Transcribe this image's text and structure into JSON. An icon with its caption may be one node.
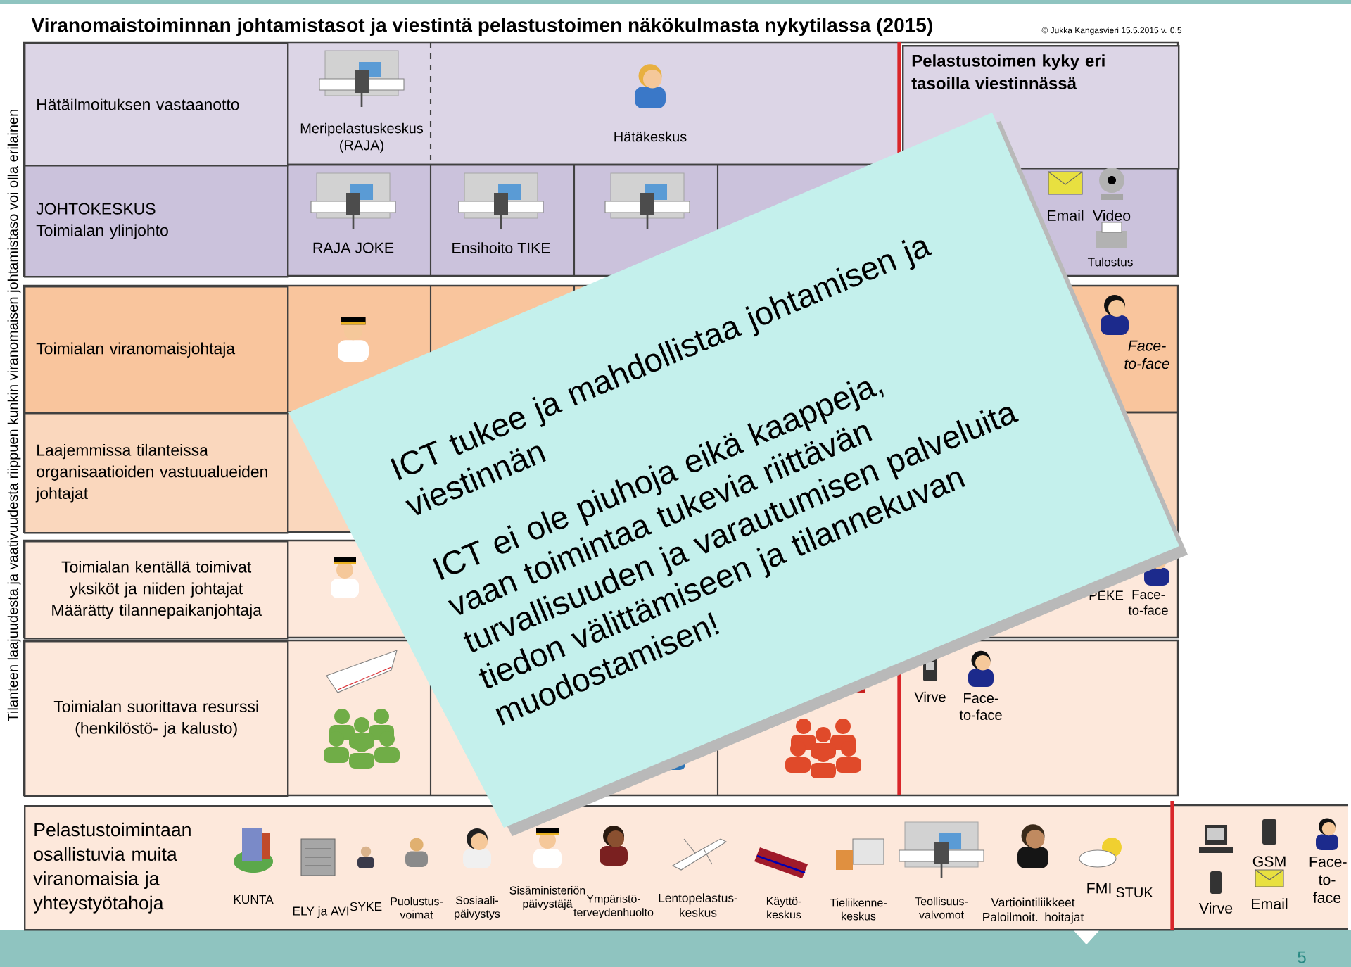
{
  "diagram": {
    "title": "Viranomaistoiminnan johtamistasot ja viestintä pelastustoimen näkökulmasta nykytilassa (2015)",
    "nodes": [
      {
        "text": [
          "Hätäilmoituksen vastaanotto"
        ]
      },
      {
        "text": [
          "JOHTOKESKUS",
          "Toimialan ylinjohto"
        ]
      },
      {
        "text": [
          "Toimialan viranomaisjohtaja"
        ]
      },
      {
        "text": [
          "Laajemmissa tilanteissa organisaatioiden vastuualueiden johtajat"
        ]
      },
      {
        "text": [
          "Toimialan kentällä toimivat yksiköt ja niiden johtajat",
          "Määrätty tilannepaikanjohtaja"
        ]
      },
      {
        "text": [
          "Toimialan suorittava resurssi (henkilöstö- ja kalusto)"
        ]
      },
      {
        "text": [
          "Pelastustoimintaan osallistuvia muita viranomaisia ja yhteystyötahoja"
        ]
      },
      {
        "text": [
          "Pelastustoimen kyky eri tasoilla viestinnässä"
        ]
      },
      {
        "text": [
          "ICT tukee ja mahdollistaa johtamisen ja viestinnän",
          "ICT ei ole piuhoja eikä kaappeja, vaan toimintaa tukevia riittävän turvallisuuden ja varautumisen palveluita tiedon välittämiseen ja tilannekuvan muodostamisen!"
        ]
      }
    ],
    "labels": [
      "© Jukka Kangasvieri 15.5.2015 v. 0.5",
      "Tilanteen laajuudesta ja vaativuudesta riippuen kunkin viranomaisen johtamistaso voi olla erilainen",
      "Meripelastuskeskus (RAJA)",
      "Hätäkeskus",
      "RAJA JOKE",
      "Ensihoito TIKE",
      "Email",
      "Video",
      "Tulostus",
      "Face-to-face",
      "PEKE",
      "Face-to-face",
      "Virve",
      "Face-to-face",
      "KUNTA",
      "ELY ja AVI",
      "SYKE",
      "Puolustus-voimat",
      "Sosiaali-päivystys",
      "Sisäministeriön päivystäjä",
      "Ympäristö-terveydenhuolto",
      "Lentopelastus-keskus",
      "Käyttö-keskus",
      "Tieliikenne-keskus",
      "Teollisuus-valvomot",
      "Vartiointiliikkeet Paloilmoit. hoitajat",
      "FMI",
      "STUK",
      "GSM",
      "Face-to-face",
      "Virve",
      "Email",
      "5"
    ]
  }
}
